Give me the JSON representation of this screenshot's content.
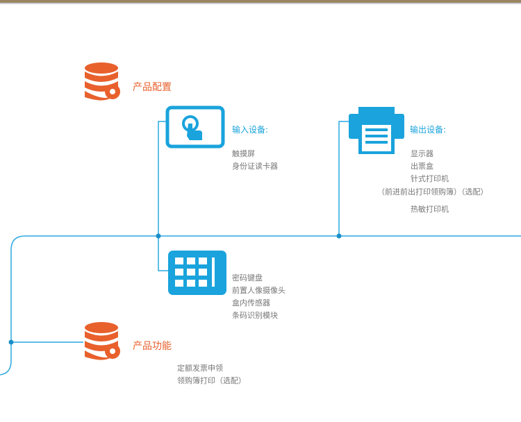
{
  "colors": {
    "accent_orange": "#e8602c",
    "accent_blue": "#1aa3dc",
    "line": "#29a9e0"
  },
  "product_config": {
    "title": "产品配置",
    "icon": "database-gear-icon"
  },
  "input_devices": {
    "title": "输入设备:",
    "icon": "touch-screen-icon",
    "items": [
      "触摸屏",
      "身份证读卡器"
    ]
  },
  "output_devices": {
    "title": "输出设备:",
    "icon": "printer-icon",
    "items": [
      "显示器",
      "出票盒",
      "针式打印机"
    ],
    "note": "（前进前出打印领购簿）（选配）",
    "extra": "热敏打印机"
  },
  "keypad_devices": {
    "icon": "keypad-icon",
    "items": [
      "密码键盘",
      "前置人像摄像头",
      "盒内传感器",
      "条码识别模块"
    ]
  },
  "product_function": {
    "title": "产品功能",
    "icon": "database-gear-icon",
    "items": [
      "定额发票申领",
      "领购簿打印（选配）"
    ]
  }
}
